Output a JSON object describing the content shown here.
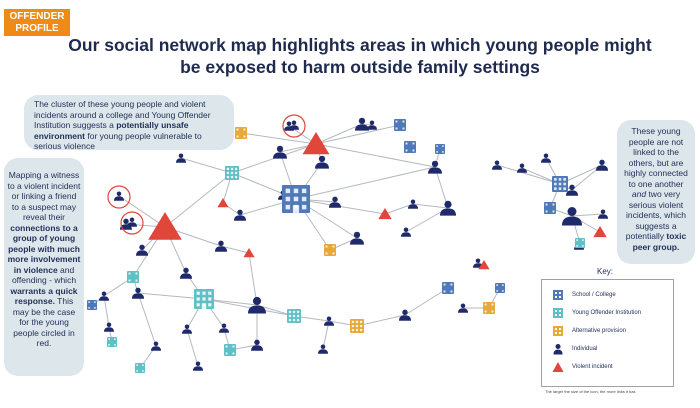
{
  "badge": {
    "label": "OFFENDER PROFILE"
  },
  "title": {
    "line1": "Our social network map highlights areas in which young people might",
    "line2": "be exposed to harm outside family settings"
  },
  "callouts": {
    "top": {
      "text_a": "The cluster of these young people and violent incidents around a college and Young Offender Institution suggests a ",
      "bold_a": "potentially unsafe environment",
      "text_b": " for young people vulnerable to serious violence"
    },
    "left": {
      "text_a": "Mapping a witness to a violent incident or linking a friend to a suspect may reveal their ",
      "bold_a": "connections to a group of young people with much more involvement in violence",
      "text_b": " and offending - which ",
      "bold_b": "warrants a quick response.",
      "text_c": " This may be the case for the young people circled in red."
    },
    "right": {
      "text_a": "These young people are not linked to the others, but are highly connected to one another ",
      "italic_a": "and",
      "text_b": " two very serious violent incidents, which suggests a potentially ",
      "bold_a": "toxic peer group."
    }
  },
  "key": {
    "title": "Key:",
    "items": [
      {
        "label": "School / College",
        "icon": "school-icon",
        "color": "#4f79b7"
      },
      {
        "label": "Young Offender Institution",
        "icon": "institution-icon",
        "color": "#5fc1c6"
      },
      {
        "label": "Alternative provision",
        "icon": "alternative-provision-icon",
        "color": "#e8a83a"
      },
      {
        "label": "Individual",
        "icon": "individual-icon",
        "color": "#1f2a6b"
      },
      {
        "label": "Violent incident",
        "icon": "violent-incident-icon",
        "color": "#e0463a"
      }
    ],
    "footnote": "The larger the size of the icon, the more links it has"
  },
  "colors": {
    "school": "#4f79b7",
    "institution": "#5fc1c6",
    "alternative": "#e8a83a",
    "individual": "#1f2a6b",
    "incident": "#e0463a",
    "accent": "#ef8a17",
    "edge": "#b4b9bf"
  }
}
